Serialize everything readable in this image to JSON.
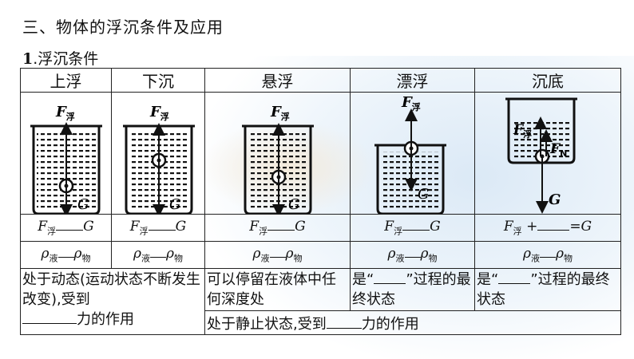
{
  "heading": "三、物体的浮沉条件及应用",
  "subheading_num": "1",
  "subheading_text": ".浮沉条件",
  "columns": [
    "上浮",
    "下沉",
    "悬浮",
    "漂浮",
    "沉底"
  ],
  "force_label": "F",
  "force_sub": "浮",
  "normal_sub": "N",
  "weight_label": "G",
  "rho": "ρ",
  "rho_liquid_sub": "液",
  "rho_object_sub": "物",
  "plus_eq": "+",
  "eq_g": "=G",
  "desc_dynamic": "处于动态(运动状态不断发生改变),受到",
  "desc_dynamic_tail": "力的作用",
  "desc_anydepth": "可以停留在液体中任何深度处",
  "desc_float_pre": "是“",
  "desc_float_post": "”过程的最终状态",
  "desc_bottom_pre": "是“",
  "desc_bottom_post": "”过程的最终状态",
  "footer_pre": "处于静止状态,受到",
  "footer_post": "力的作用"
}
